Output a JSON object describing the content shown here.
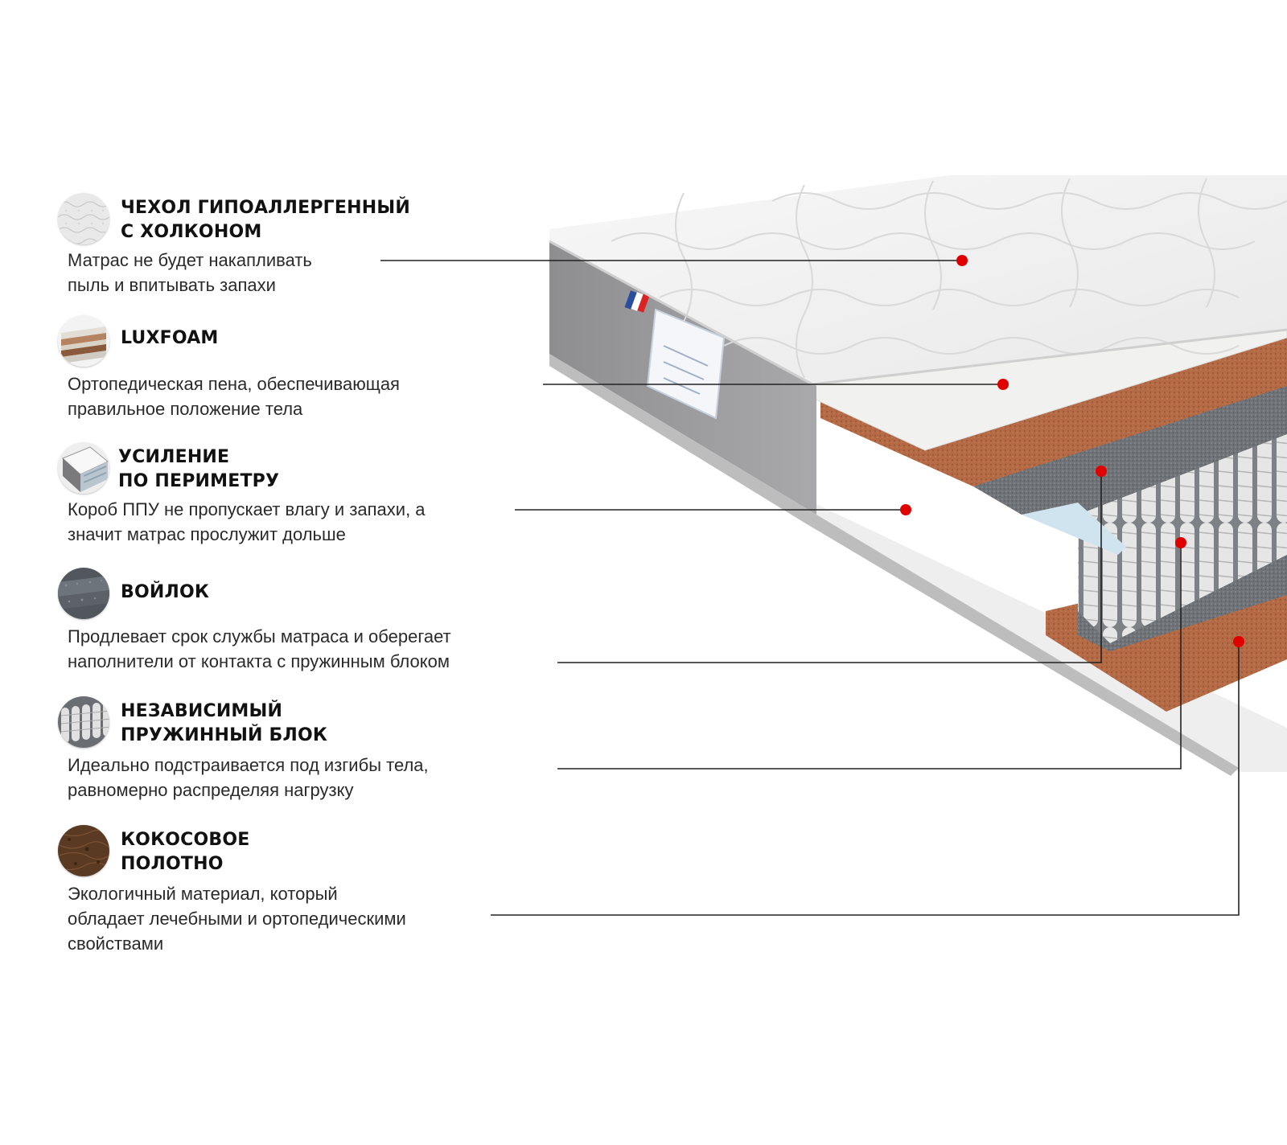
{
  "accent_color": "#e00000",
  "features": [
    {
      "icon": "quilted-cover-icon",
      "title_lines": [
        "ЧЕХОЛ ГИПОАЛЛЕРГЕННЫЙ",
        "С ХОЛКОНОМ"
      ],
      "desc_lines": [
        "Матрас не будет накапливать",
        "пыль и впитывать запахи"
      ]
    },
    {
      "icon": "foam-layers-icon",
      "title_lines": [
        "LUXFOAM"
      ],
      "desc_lines": [
        "Ортопедическая пена, обеспечивающая",
        "правильное положение тела"
      ]
    },
    {
      "icon": "perimeter-box-icon",
      "title_lines": [
        "УСИЛЕНИЕ",
        "ПО ПЕРИМЕТРУ"
      ],
      "desc_lines": [
        "Короб ППУ не пропускает влагу и запахи, а",
        "значит матрас прослужит дольше"
      ]
    },
    {
      "icon": "felt-icon",
      "title_lines": [
        "ВОЙЛОК"
      ],
      "desc_lines": [
        "Продлевает срок службы матраса  и оберегает",
        "наполнители от контакта с пружинным блоком"
      ]
    },
    {
      "icon": "spring-block-icon",
      "title_lines": [
        "НЕЗАВИСИМЫЙ",
        "ПРУЖИННЫЙ БЛОК"
      ],
      "desc_lines": [
        "Идеально подстраивается под изгибы тела,",
        "равномерно распределяя нагрузку"
      ]
    },
    {
      "icon": "coconut-coir-icon",
      "title_lines": [
        "КОКОСОВОЕ",
        "ПОЛОТНО"
      ],
      "desc_lines": [
        "Экологичный материал, который",
        "обладает лечебными и ортопедическими",
        "свойствами"
      ]
    }
  ]
}
